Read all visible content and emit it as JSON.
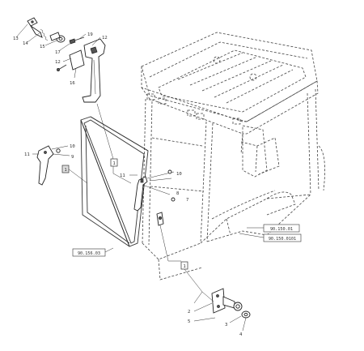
{
  "colors": {
    "line": "#333333",
    "box": "#dddddd"
  },
  "reference_labels": [
    {
      "id": "cab-ref-1",
      "text": "90.150.01"
    },
    {
      "id": "cab-ref-2",
      "text": "90.150.0101"
    },
    {
      "id": "door-ref",
      "text": "90.156.03"
    }
  ],
  "detail_boxes": [
    {
      "id": "box-handle",
      "text": "1"
    },
    {
      "id": "box-hinge",
      "text": "1"
    },
    {
      "id": "box-latch",
      "text": "1"
    }
  ],
  "callouts": {
    "handle_assembly": [
      "13",
      "14",
      "15",
      "19",
      "17",
      "12",
      "16",
      "12"
    ],
    "latch": [
      "11",
      "10",
      "9"
    ],
    "door_handle": [
      "11",
      "10",
      "8",
      "7"
    ],
    "hinge": [
      "2",
      "5",
      "3",
      "4"
    ]
  }
}
